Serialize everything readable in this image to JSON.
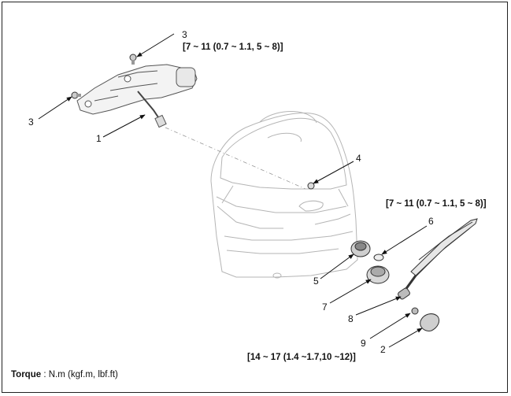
{
  "callouts": {
    "c1": "1",
    "c2": "2",
    "c3a": "3",
    "c3b": "3",
    "c4": "4",
    "c5": "5",
    "c6": "6",
    "c7": "7",
    "c8": "8",
    "c9": "9"
  },
  "torque_specs": {
    "motor_bolts": "[7 ~ 11 (0.7 ~ 1.1, 5 ~ 8)]",
    "arm_nut": "[7 ~ 11 (0.7 ~ 1.1, 5 ~ 8)]",
    "cap_nut": "[14 ~ 17 (1.4 ~1.7,10 ~12)]"
  },
  "footer": {
    "torque_label": "Torque",
    "torque_units": " : N.m (kgf.m, lbf.ft)"
  }
}
